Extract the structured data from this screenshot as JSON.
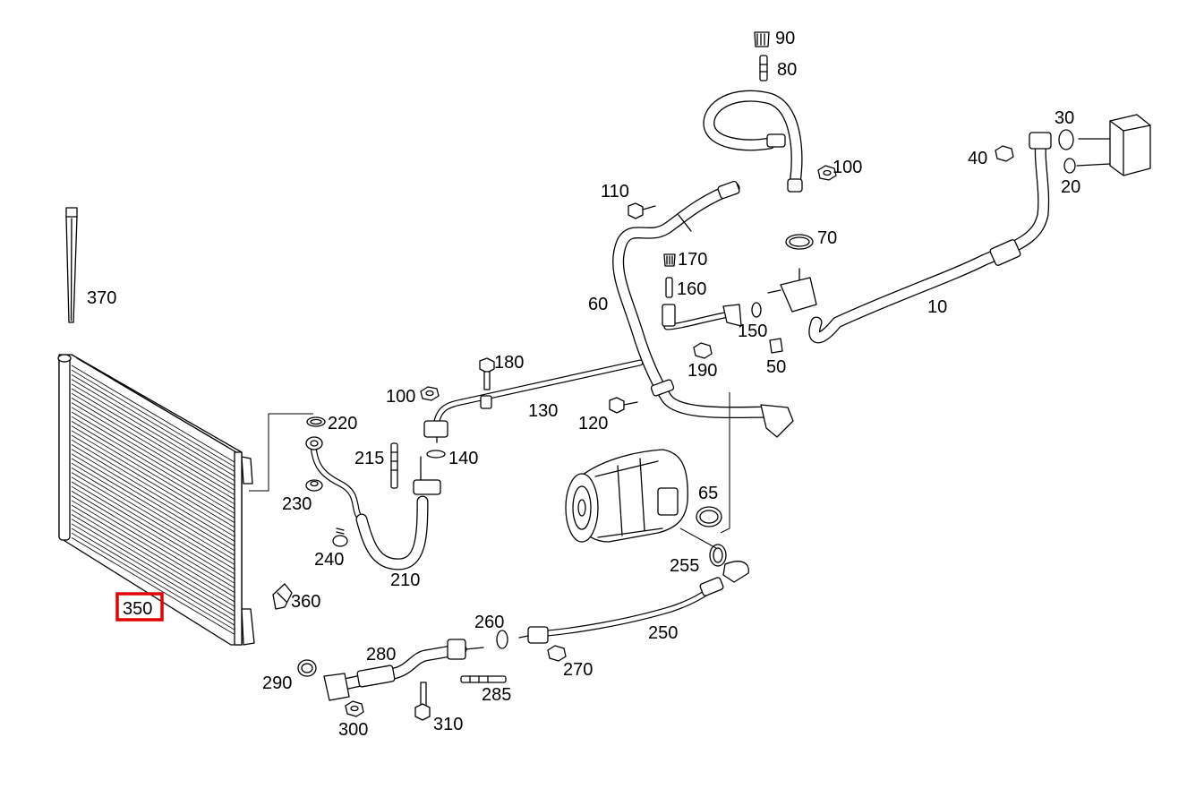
{
  "labels": {
    "p10": "10",
    "p20": "20",
    "p30": "30",
    "p40": "40",
    "p50": "50",
    "p60": "60",
    "p65": "65",
    "p70": "70",
    "p80": "80",
    "p90": "90",
    "p100a": "100",
    "p100b": "100",
    "p110": "110",
    "p120": "120",
    "p130": "130",
    "p140": "140",
    "p150": "150",
    "p160": "160",
    "p170": "170",
    "p180": "180",
    "p190": "190",
    "p210": "210",
    "p215": "215",
    "p220": "220",
    "p230": "230",
    "p240": "240",
    "p250": "250",
    "p255": "255",
    "p260": "260",
    "p270": "270",
    "p280": "280",
    "p285": "285",
    "p290": "290",
    "p300": "300",
    "p310": "310",
    "p350": "350",
    "p360": "360",
    "p370": "370"
  },
  "highlight": {
    "part": "350",
    "color": "#e00000"
  }
}
